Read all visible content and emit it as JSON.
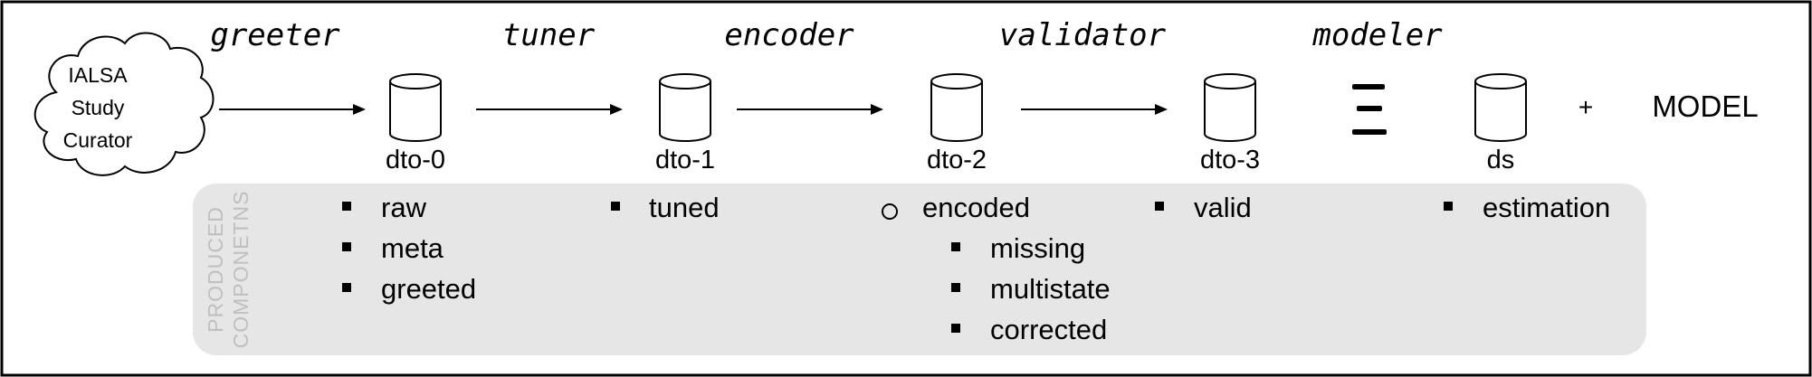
{
  "source": {
    "lines": [
      "IALSA",
      "Study",
      "Curator"
    ]
  },
  "steps": [
    "greeter",
    "tuner",
    "encoder",
    "validator",
    "modeler"
  ],
  "nodes": [
    "dto-0",
    "dto-1",
    "dto-2",
    "dto-3",
    "ds"
  ],
  "equiv_symbol": "≡",
  "plus": "+",
  "model": "MODEL",
  "components_label_lines": [
    "PRODUCED",
    "COMPONETNS"
  ],
  "components": {
    "dto0": [
      "raw",
      "meta",
      "greeted"
    ],
    "dto1": [
      "tuned"
    ],
    "dto2": {
      "parent": "encoded",
      "children": [
        "missing",
        "multistate",
        "corrected"
      ]
    },
    "dto3": [
      "valid"
    ],
    "ds": [
      "estimation"
    ]
  },
  "colors": {
    "border": "#000000",
    "panel": "#e6e6e6",
    "panel_label": "#bfbfbf",
    "text": "#000000"
  }
}
